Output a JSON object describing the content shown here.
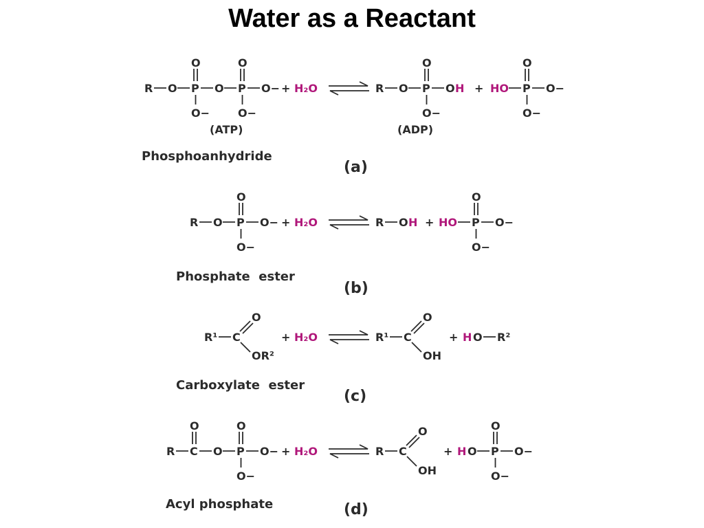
{
  "title": "Water as a Reactant",
  "colors": {
    "text": "#2b2b2b",
    "water_highlight": "#b0177a"
  },
  "atoms": {
    "R": "R",
    "O": "O",
    "P": "P",
    "C": "C",
    "H": "H",
    "O_minus": "O−",
    "OH": "OH",
    "HO": "HO",
    "H2O": "H₂O",
    "plus": "+",
    "R1": "R¹",
    "R2": "R²",
    "OR2": "OR²"
  },
  "reactions": [
    {
      "id": "a",
      "part_label": "(a)",
      "name": "Phosphoanhydride",
      "reactant_name": "(ATP)",
      "product_name": "(ADP)"
    },
    {
      "id": "b",
      "part_label": "(b)",
      "name": "Phosphate  ester"
    },
    {
      "id": "c",
      "part_label": "(c)",
      "name": "Carboxylate  ester"
    },
    {
      "id": "d",
      "part_label": "(d)",
      "name": "Acyl phosphate"
    }
  ]
}
